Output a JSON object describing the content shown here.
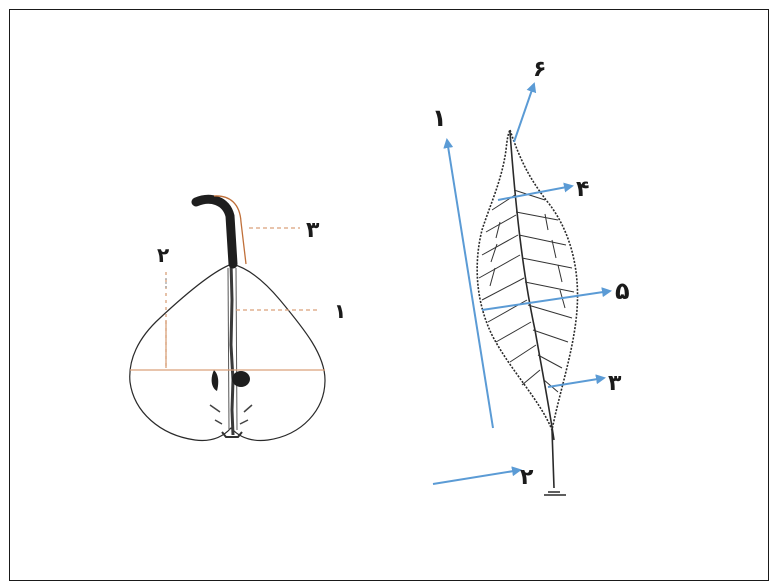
{
  "colors": {
    "frame": "#1a1a1a",
    "outline": "#2a2a2a",
    "stem": "#1e1e1e",
    "pointer_lines": "#d9a07a",
    "stem_outline": "#c0703a",
    "arrows": "#5b9bd5",
    "labels": "#1a1a1a"
  },
  "pear": {
    "labels": {
      "axis": "۱",
      "width": "۲",
      "stem": "۳"
    }
  },
  "leaf": {
    "labels": {
      "blade": "۱",
      "petiole": "۲",
      "margin": "۳",
      "tip_edge": "۴",
      "midrib": "۵",
      "apex": "۶"
    }
  }
}
